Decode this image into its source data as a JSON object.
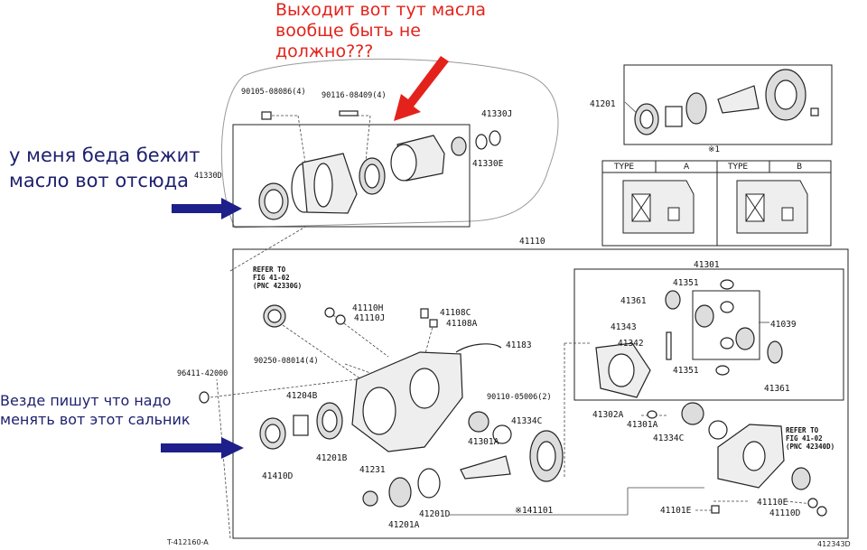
{
  "annotations": {
    "oil_exit_line1": "Выходит вот тут масла",
    "oil_exit_line2": "вообще быть не",
    "oil_exit_line3": "должно???",
    "leak_line1": "у меня беда бежит",
    "leak_line2": "масло вот отсюда",
    "seal_line1": "Везде пишут что надо",
    "seal_line2": "менять вот этот сальник"
  },
  "parts": {
    "p90105": "90105-08086(4)",
    "p90116": "90116-08409(4)",
    "p41330J": "41330J",
    "p41330E": "41330E",
    "p41330D": "41330D",
    "p41201": "41201",
    "p41110": "41110",
    "p41110H": "41110H",
    "p41110J": "41110J",
    "p41108C": "41108C",
    "p41108A": "41108A",
    "p41183": "41183",
    "p90250": "90250-08014(4)",
    "p96411": "96411-42000",
    "p90110": "90110-05006(2)",
    "p41204B": "41204B",
    "p41201B": "41201B",
    "p41410D": "41410D",
    "p41334C_a": "41334C",
    "p41301A_a": "41301A",
    "p41231": "41231",
    "p41201A": "41201A",
    "p41201D": "41201D",
    "p41101": "※141101",
    "p41301": "41301",
    "p41351_top": "41351",
    "p41361_left": "41361",
    "p41343": "41343",
    "p41342": "41342",
    "p41039": "41039",
    "p41351_bot": "41351",
    "p41361_right": "41361",
    "p41302A": "41302A",
    "p41301A_b": "41301A",
    "p41334C_b": "41334C",
    "p41101E": "41101E",
    "p41110E": "41110E",
    "p41110D": "41110D"
  },
  "refs": {
    "left": [
      "REFER TO",
      "FIG 41-02",
      "(PNC 42330G)"
    ],
    "right": [
      "REFER TO",
      "FIG 41-02",
      "(PNC 42340D)"
    ]
  },
  "type_table": {
    "note": "※1",
    "col1_header": "TYPE",
    "col1_value": "A",
    "col2_header": "TYPE",
    "col2_value": "B"
  },
  "codes": {
    "bottom_left": "T-412160-A",
    "bottom_right": "412343D"
  },
  "colors": {
    "red_text": "#e3231b",
    "navy_text": "#1d1f6e",
    "arrow_navy": "#1d1f8a",
    "arrow_red": "#e3231b"
  }
}
